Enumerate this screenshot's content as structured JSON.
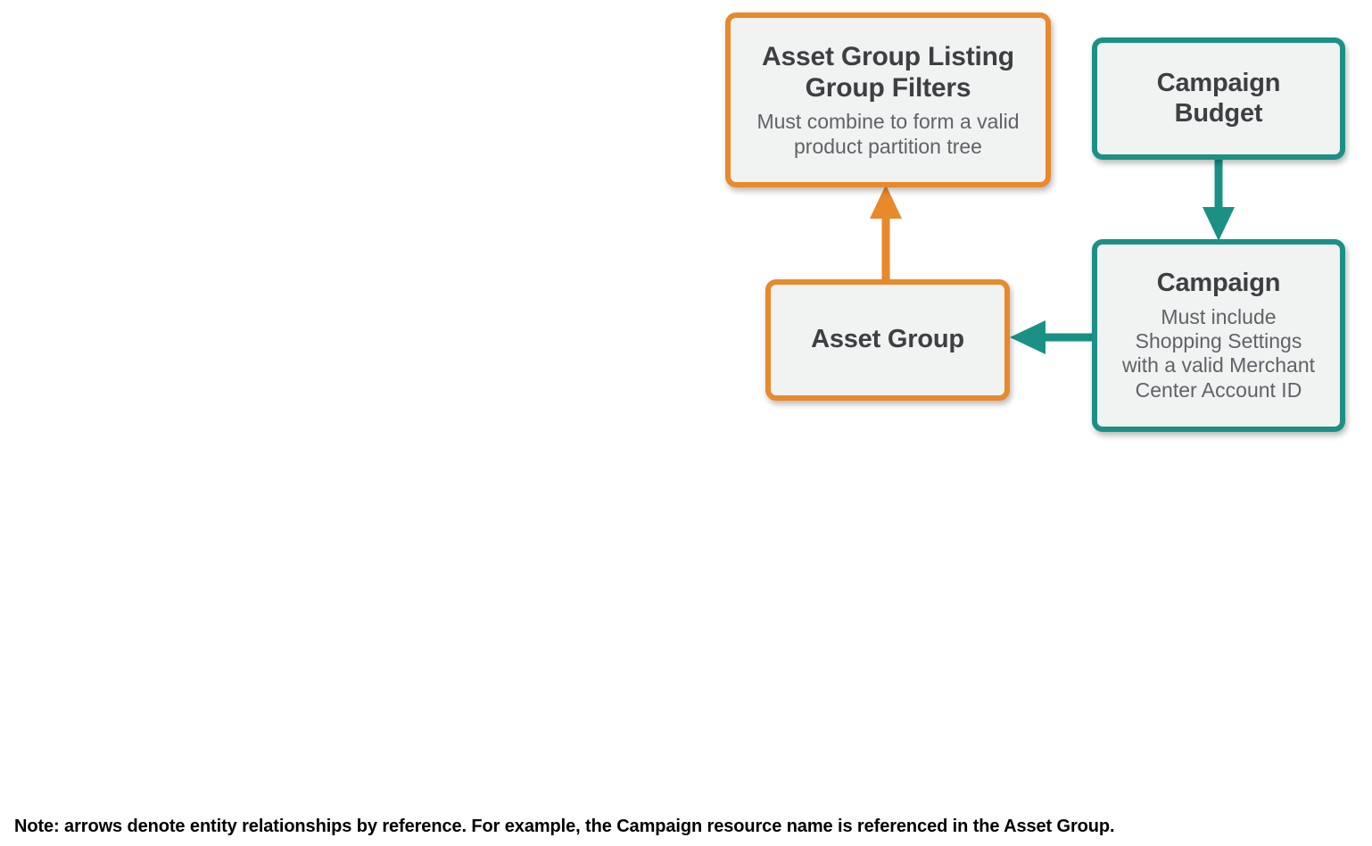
{
  "diagram": {
    "type": "entity-relationship",
    "colors": {
      "orange": "#E8892B",
      "teal": "#1B9185",
      "box_fill": "#F1F2F2",
      "title_text": "#3C4043",
      "desc_text": "#5F6368",
      "note_text": "#000000",
      "background": "#FFFFFF"
    },
    "nodes": [
      {
        "id": "asset_group_listing_group_filters",
        "title": "Asset Group Listing\nGroup Filters",
        "description": "Must combine to form a valid\nproduct partition tree",
        "accent": "orange"
      },
      {
        "id": "campaign_budget",
        "title": "Campaign\nBudget",
        "description": "",
        "accent": "teal"
      },
      {
        "id": "asset_group",
        "title": "Asset Group",
        "description": "",
        "accent": "orange"
      },
      {
        "id": "campaign",
        "title": "Campaign",
        "description": "Must include\nShopping Settings\nwith a valid Merchant\nCenter Account ID",
        "accent": "teal"
      }
    ],
    "edges": [
      {
        "id": "edge-asset-group-to-listing-filters",
        "from": "asset_group",
        "to": "asset_group_listing_group_filters",
        "direction": "up",
        "color": "orange"
      },
      {
        "id": "edge-campaign-budget-to-campaign",
        "from": "campaign_budget",
        "to": "campaign",
        "direction": "down",
        "color": "teal"
      },
      {
        "id": "edge-campaign-to-asset-group",
        "from": "campaign",
        "to": "asset_group",
        "direction": "left",
        "color": "teal"
      }
    ],
    "note": "Note: arrows denote entity relationships by reference. For example, the Campaign resource name is referenced in the Asset Group."
  }
}
